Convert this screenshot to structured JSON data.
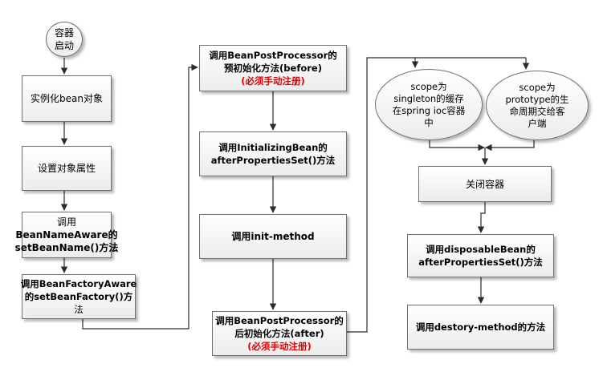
{
  "nodes": {
    "start": {
      "l1": "容器",
      "l2": "启动"
    },
    "instantiate": {
      "l1": "实例化bean对象"
    },
    "set_props": {
      "l1": "设置对象属性"
    },
    "bean_name_aware": {
      "l1": "调用",
      "l2": "BeanNameAware的",
      "l3": "setBeanName()方法"
    },
    "bean_factory_aware": {
      "l1": "调用BeanFactoryAware",
      "l2": "的setBeanFactory()方",
      "l3": "法"
    },
    "bpp_before": {
      "l1": "调用BeanPostProcessor的",
      "l2": "预初始化方法(before)",
      "l3": "(必须手动注册)"
    },
    "initializing_bean": {
      "l1": "调用InitializingBean的",
      "l2": "afterPropertiesSet()方法"
    },
    "init_method": {
      "l1": "调用init-method"
    },
    "bpp_after": {
      "l1": "调用BeanPostProcessor的",
      "l2": "后初始化方法(after)",
      "l3": "(必须手动注册)"
    },
    "scope_singleton": {
      "l1": "scope为",
      "l2": "singleton的缓存",
      "l3": "在spring ioc容器",
      "l4": "中"
    },
    "scope_prototype": {
      "l1": "scope为",
      "l2": "prototype的生",
      "l3": "命周期交给客",
      "l4": "户端"
    },
    "close_container": {
      "l1": "关闭容器"
    },
    "disposable_bean": {
      "l1": "调用disposableBean的",
      "l2": "afterPropertiesSet()方法"
    },
    "destroy_method": {
      "l1": "调用destory-method的方法"
    }
  },
  "colors": {
    "box_border": "#6f6f6f",
    "line": "#2b2b2b",
    "note_red": "#e00000"
  }
}
